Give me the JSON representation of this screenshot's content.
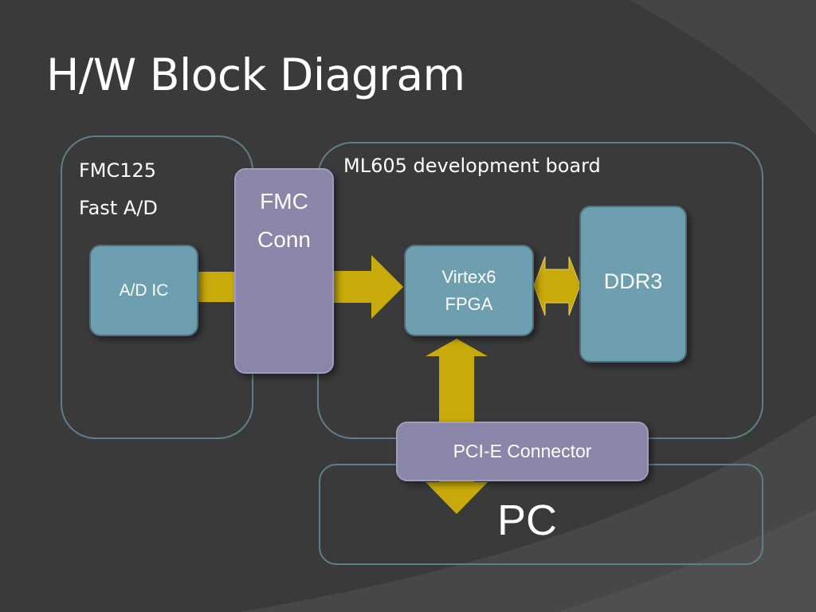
{
  "slide": {
    "title": "H/W Block Diagram"
  },
  "fmc_module": {
    "line1": "FMC125",
    "line2": "Fast A/D"
  },
  "ml605_board": {
    "label": "ML605 development board"
  },
  "blocks": {
    "ad_ic": "A/D IC",
    "fmc_conn_line1": "FMC",
    "fmc_conn_line2": "Conn",
    "fpga_line1": "Virtex6",
    "fpga_line2": "FPGA",
    "ddr3": "DDR3",
    "pcie": "PCI-E Connector",
    "pc": "PC"
  },
  "colors": {
    "background": "#3b3b3b",
    "frame_border": "#5e7f8a",
    "block_teal": "#6d9fb1",
    "block_purple": "#8a86a9",
    "arrow_gold": "#c8aa0a",
    "text": "#ffffff"
  }
}
